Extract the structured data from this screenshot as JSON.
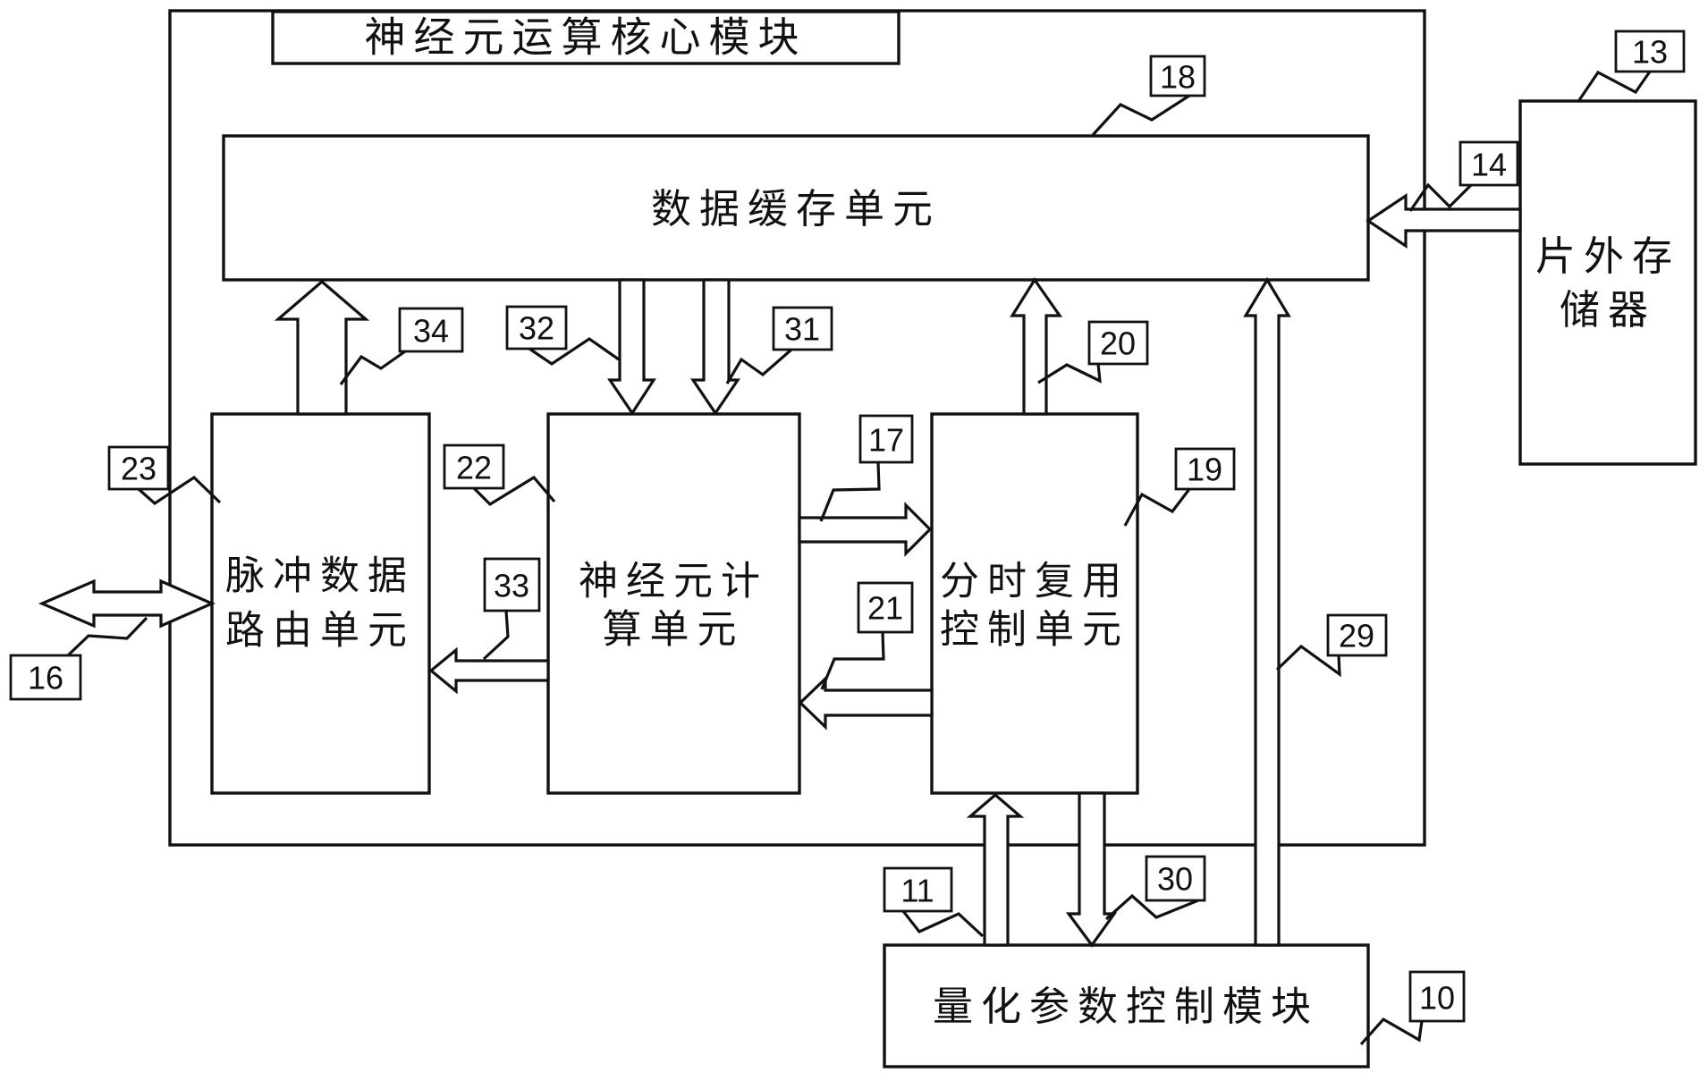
{
  "figure_type": "patent-block-diagram",
  "colors": {
    "line": "#111111",
    "background": "#ffffff"
  },
  "modules": {
    "core": {
      "label": "神经元运算核心模块"
    },
    "cache": {
      "label": "数据缓存单元"
    },
    "router": {
      "line1": "脉冲数据",
      "line2": "路由单元"
    },
    "neuron": {
      "line1": "神经元计",
      "line2": "算单元"
    },
    "tdm": {
      "line1": "分时复用",
      "line2": "控制单元"
    },
    "offchip": {
      "line1": "片外存",
      "line2": "储器"
    },
    "quant": {
      "label": "量化参数控制模块"
    }
  },
  "ref_labels": {
    "r10": "10",
    "r11": "11",
    "r13": "13",
    "r14": "14",
    "r16": "16",
    "r17": "17",
    "r18": "18",
    "r19": "19",
    "r20": "20",
    "r21": "21",
    "r22": "22",
    "r23": "23",
    "r29": "29",
    "r30": "30",
    "r31": "31",
    "r32": "32",
    "r33": "33",
    "r34": "34"
  }
}
